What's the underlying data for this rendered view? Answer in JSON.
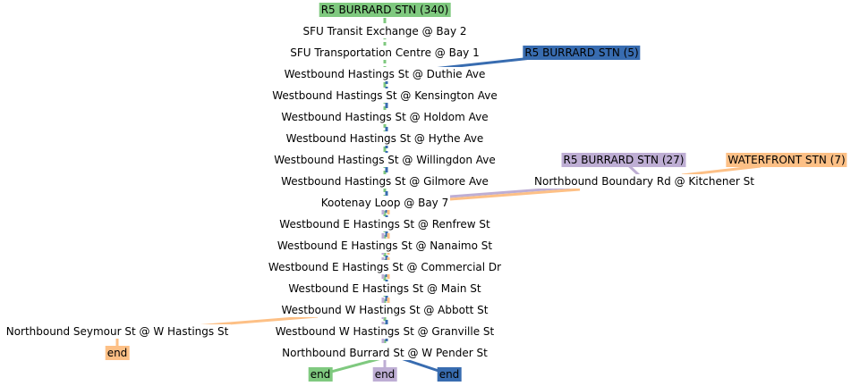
{
  "colors": {
    "green": "#7fc97f",
    "blue": "#386cb0",
    "purple": "#beaed4",
    "orange": "#fdc086"
  },
  "routes": {
    "green": "R5 BURRARD STN (340)",
    "blue": "R5 BURRARD STN (5)",
    "purple": "R5 BURRARD STN (27)",
    "orange": "WATERFRONT STN (7)"
  },
  "stops": [
    "SFU Transit Exchange @ Bay 2",
    "SFU Transportation Centre @ Bay 1",
    "Westbound Hastings St @ Duthie Ave",
    "Westbound Hastings St @ Kensington Ave",
    "Westbound Hastings St @ Holdom Ave",
    "Westbound Hastings St @ Hythe Ave",
    "Westbound Hastings St @ Willingdon Ave",
    "Westbound Hastings St @ Gilmore Ave",
    "Kootenay Loop @ Bay 7",
    "Westbound E Hastings St @ Renfrew St",
    "Westbound E Hastings St @ Nanaimo St",
    "Westbound E Hastings St @ Commercial Dr",
    "Westbound E Hastings St @ Main St",
    "Westbound W Hastings St @ Abbott St",
    "Westbound W Hastings St @ Granville St",
    "Northbound Burrard St @ W Pender St"
  ],
  "branch_stops": {
    "boundary": "Northbound Boundary Rd @ Kitchener St",
    "seymour": "Northbound Seymour St @ W Hastings St"
  },
  "ends": {
    "green": "end",
    "purple": "end",
    "blue": "end",
    "orange": "end"
  }
}
